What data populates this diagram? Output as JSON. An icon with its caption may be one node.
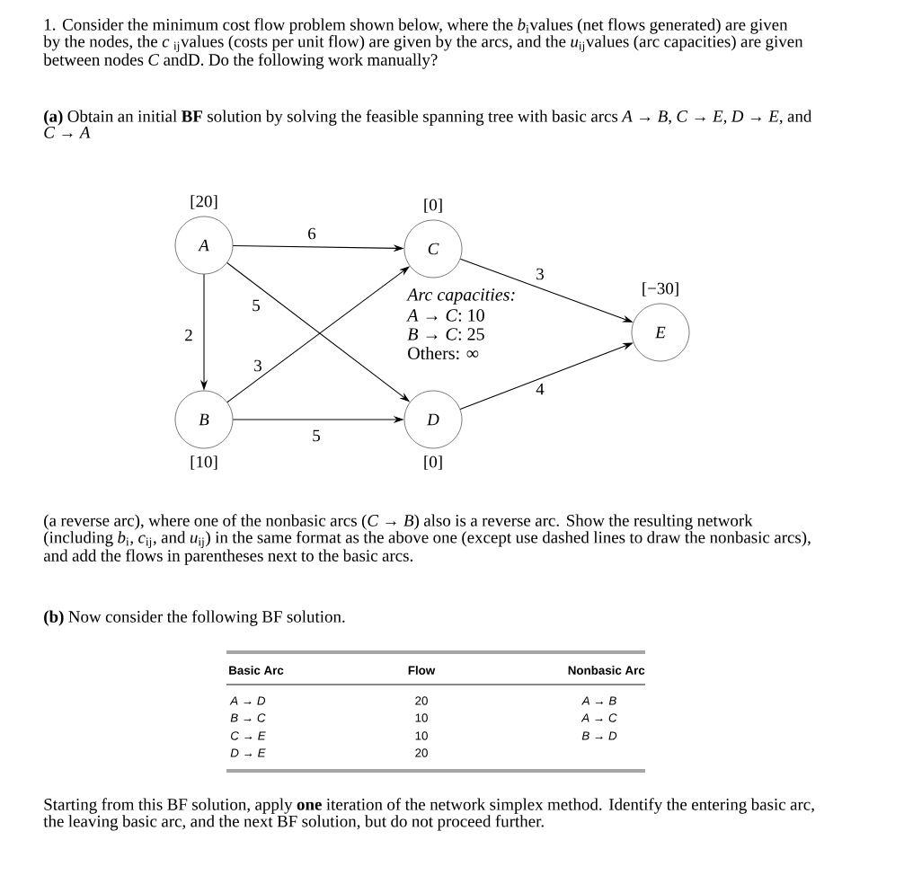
{
  "diagram": {
    "nodes": [
      {
        "text": [
          "A"
        ],
        "beside": [
          "[20]"
        ]
      },
      {
        "text": [
          "C"
        ],
        "beside": [
          "[0]"
        ]
      },
      {
        "text": [
          "E"
        ],
        "beside": [
          "[−30]"
        ]
      },
      {
        "text": [
          "B"
        ],
        "beside": [
          "[10]"
        ]
      },
      {
        "text": [
          "D"
        ],
        "beside": [
          "[0]"
        ]
      }
    ],
    "edges": [
      {
        "from": 0,
        "to": 1,
        "arrow": "to",
        "label": "6"
      },
      {
        "from": 0,
        "to": 3,
        "arrow": "to",
        "label": "2"
      },
      {
        "from": 0,
        "to": 4,
        "arrow": "to",
        "label": "5"
      },
      {
        "from": 3,
        "to": 1,
        "arrow": "to",
        "label": "3"
      },
      {
        "from": 3,
        "to": 4,
        "arrow": "to",
        "label": "5"
      },
      {
        "from": 1,
        "to": 2,
        "arrow": "to",
        "label": "3"
      },
      {
        "from": 4,
        "to": 2,
        "arrow": "to",
        "label": "4"
      }
    ],
    "labels": [
      "1. Consider the minimum cost flow problem shown below, where the *b*$_{i}$values (net flows generated) are given by the nodes, the *c* $_{ij}$values (costs per unit flow) are given by the arcs, and the *u*$_{ij}$values (arc capacities) are given between nodes *C* andD. Do the following work manually?",
      "**(a)** Obtain an initial **BF** solution by solving the feasible spanning tree with basic arcs *A* → *B*, *C* → *E*, *D* → *E*, and *C* → *A*",
      "Arc capacities:",
      "*A* → *C*: 10",
      "*B* → *C*: 25",
      "Others: ∞",
      "(a reverse arc), where one of the nonbasic arcs (*C* → *B*) also is a reverse arc. Show the resulting network (including *b*$_{i}$, *c*$_{ij}$, and *u*$_{ij}$) in the same format as the above one (except use dashed lines to draw the nonbasic arcs), and add the flows in parentheses next to the basic arcs.",
      "**(b)** Now consider the following BF solution.",
      "Basic Arc",
      "Flow",
      "Nonbasic Arc",
      "*A* → *D*",
      "20",
      "*A* → *B*",
      "*B* → *C*",
      "10",
      "*A* → *C*",
      "*C* → *E*",
      "10",
      "*B* → *D*",
      "*D* → *E*",
      "20",
      "Starting from this BF solution, apply **one** iteration of the network simplex method. Identify the entering basic arc, the leaving basic arc, and the next BF solution, but do not proceed further."
    ]
  }
}
